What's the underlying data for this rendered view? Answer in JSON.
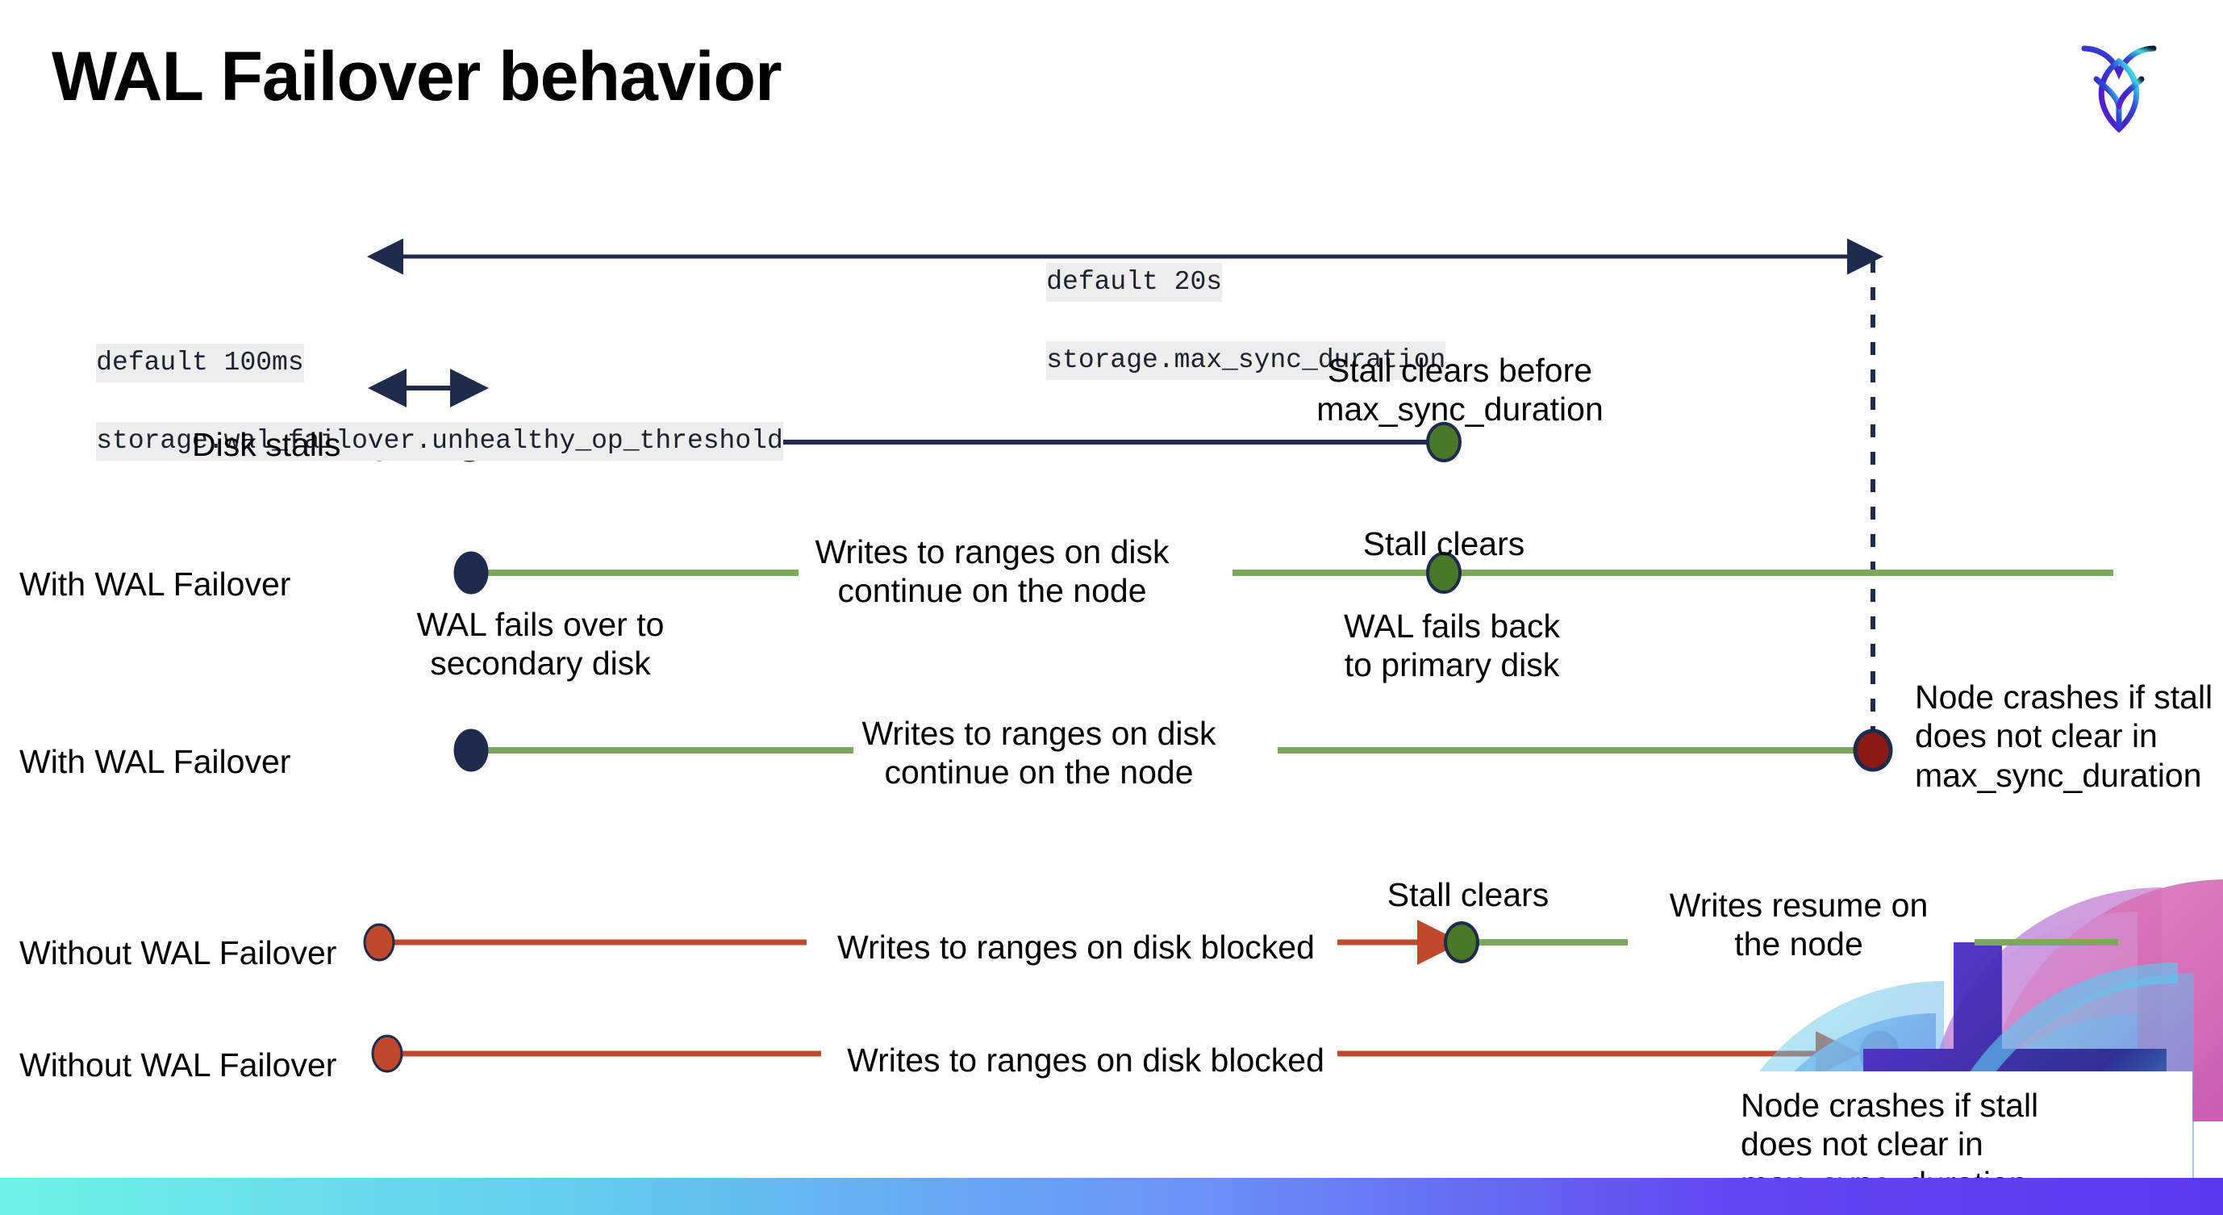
{
  "slide": {
    "title": "WAL Failover behavior",
    "logo_name": "cockroachdb-logo",
    "background": "#ffffff",
    "accent_bar_colors": [
      "#6ff3e6",
      "#63c8ee",
      "#6b8ef6",
      "#6247f0",
      "#5b37ee"
    ]
  },
  "colors": {
    "navy": "#1f2b4d",
    "green_line": "#7ca85c",
    "red_line": "#c0492b",
    "dot_red": "#c0492b",
    "dot_navy": "#1f2b4d",
    "dot_green": "#497829",
    "dot_darkred": "#8b1a14",
    "code_bg": "#ededed"
  },
  "code_labels": {
    "max_sync": {
      "line1": "default 20s",
      "line2": "storage.max_sync_duration"
    },
    "unhealthy_op": {
      "line1": "default 100ms",
      "line2": "storage.wal_failover.unhealthy_op_threshold"
    }
  },
  "rows": [
    {
      "name": "disk-stalls",
      "label": "Disk stalls",
      "annotations": [
        "Stall clears before\nmax_sync_duration"
      ]
    },
    {
      "name": "with-wal-failover-1",
      "label": "With WAL Failover",
      "annotations": [
        "WAL fails over to\nsecondary disk",
        "Writes to ranges on disk\ncontinue on the node",
        "Stall clears",
        "WAL fails  back\nto primary disk"
      ]
    },
    {
      "name": "with-wal-failover-2",
      "label": "With WAL Failover",
      "annotations": [
        "Writes to ranges on disk\ncontinue on the node",
        "Node crashes if stall\ndoes not clear in\nmax_sync_duration"
      ]
    },
    {
      "name": "without-wal-failover-1",
      "label": "Without WAL Failover",
      "annotations": [
        "Writes to ranges on disk  blocked",
        "Stall clears",
        "Writes resume on\nthe node"
      ]
    },
    {
      "name": "without-wal-failover-2",
      "label": "Without WAL Failover",
      "annotations": [
        "Writes to ranges on disk  blocked",
        "Node crashes if stall\ndoes not clear in\nmax_sync_duration"
      ]
    }
  ],
  "text": {
    "disk_stalls": "Disk stalls",
    "with_wal_failover_a": "With WAL Failover",
    "with_wal_failover_b": "With WAL Failover",
    "without_wal_failover_a": "Without WAL Failover",
    "without_wal_failover_b": "Without WAL Failover",
    "stall_clears_before_1": "Stall clears before",
    "stall_clears_before_2": "max_sync_duration",
    "wal_fails_over_1": "WAL fails over to",
    "wal_fails_over_2": "secondary disk",
    "writes_continue_a1": "Writes to ranges on disk",
    "writes_continue_a2": "continue on the node",
    "stall_clears_a": "Stall clears",
    "wal_fails_back_1": "WAL fails  back",
    "wal_fails_back_2": "to primary disk",
    "writes_continue_b1": "Writes to ranges on disk",
    "writes_continue_b2": "continue on the node",
    "node_crashes_1": "Node crashes if stall",
    "node_crashes_2": "does not clear in",
    "node_crashes_3": "max_sync_duration",
    "writes_blocked_a": "Writes to ranges on disk  blocked",
    "stall_clears_b": "Stall clears",
    "writes_resume_1": "Writes resume on",
    "writes_resume_2": "the node",
    "writes_blocked_b": "Writes to ranges on disk  blocked",
    "node_crashes2_1": "Node crashes if stall",
    "node_crashes2_2": "does not clear in",
    "node_crashes2_3": "max_sync_duration"
  }
}
